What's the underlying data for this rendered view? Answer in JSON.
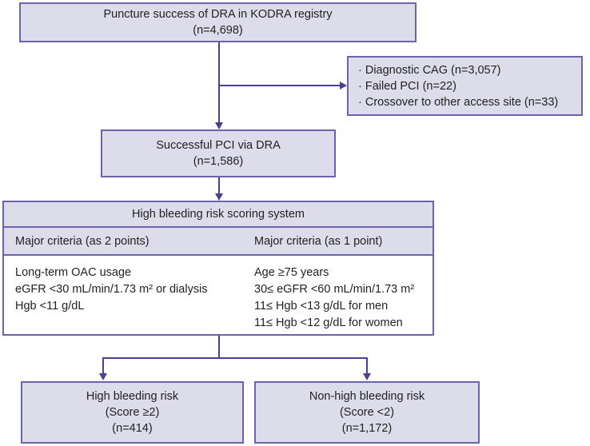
{
  "diagram": {
    "title": "Puncture success of DRA in KODRA registry flow diagram",
    "colors": {
      "box_fill": "#dcdcea",
      "box_border": "#6b63ab",
      "connector": "#4a3f96",
      "text": "#231f20",
      "table_body_fill": "#ffffff"
    },
    "nodes": {
      "top": {
        "line1": "Puncture success of DRA in KODRA registry",
        "line2": "(n=4,698)"
      },
      "exclusions": {
        "item1": "· Diagnostic CAG (n=3,057)",
        "item2": "· Failed PCI (n=22)",
        "item3": "· Crossover to other access site (n=33)"
      },
      "successful_pci": {
        "line1": "Successful PCI via DRA",
        "line2": "(n=1,586)"
      },
      "high_bleeding_risk": {
        "line1": "High bleeding risk",
        "line2": "(Score ≥2)",
        "line3": "(n=414)"
      },
      "non_high_bleeding_risk": {
        "line1": "Non-high bleeding risk",
        "line2": "(Score <2)",
        "line3": "(n=1,172)"
      }
    },
    "score_table": {
      "title": "High bleeding risk scoring system",
      "col_headers": [
        "Major criteria (as 2 points)",
        "Major criteria (as 1 point)"
      ],
      "major_2_points": [
        "Long-term OAC usage",
        "eGFR <30 mL/min/1.73 m² or dialysis",
        "Hgb <11 g/dL"
      ],
      "major_1_point": [
        "Age ≥75 years",
        "30≤ eGFR <60 mL/min/1.73 m²",
        "11≤ Hgb <13 g/dL for men",
        "11≤ Hgb <12 g/dL for women"
      ]
    }
  }
}
